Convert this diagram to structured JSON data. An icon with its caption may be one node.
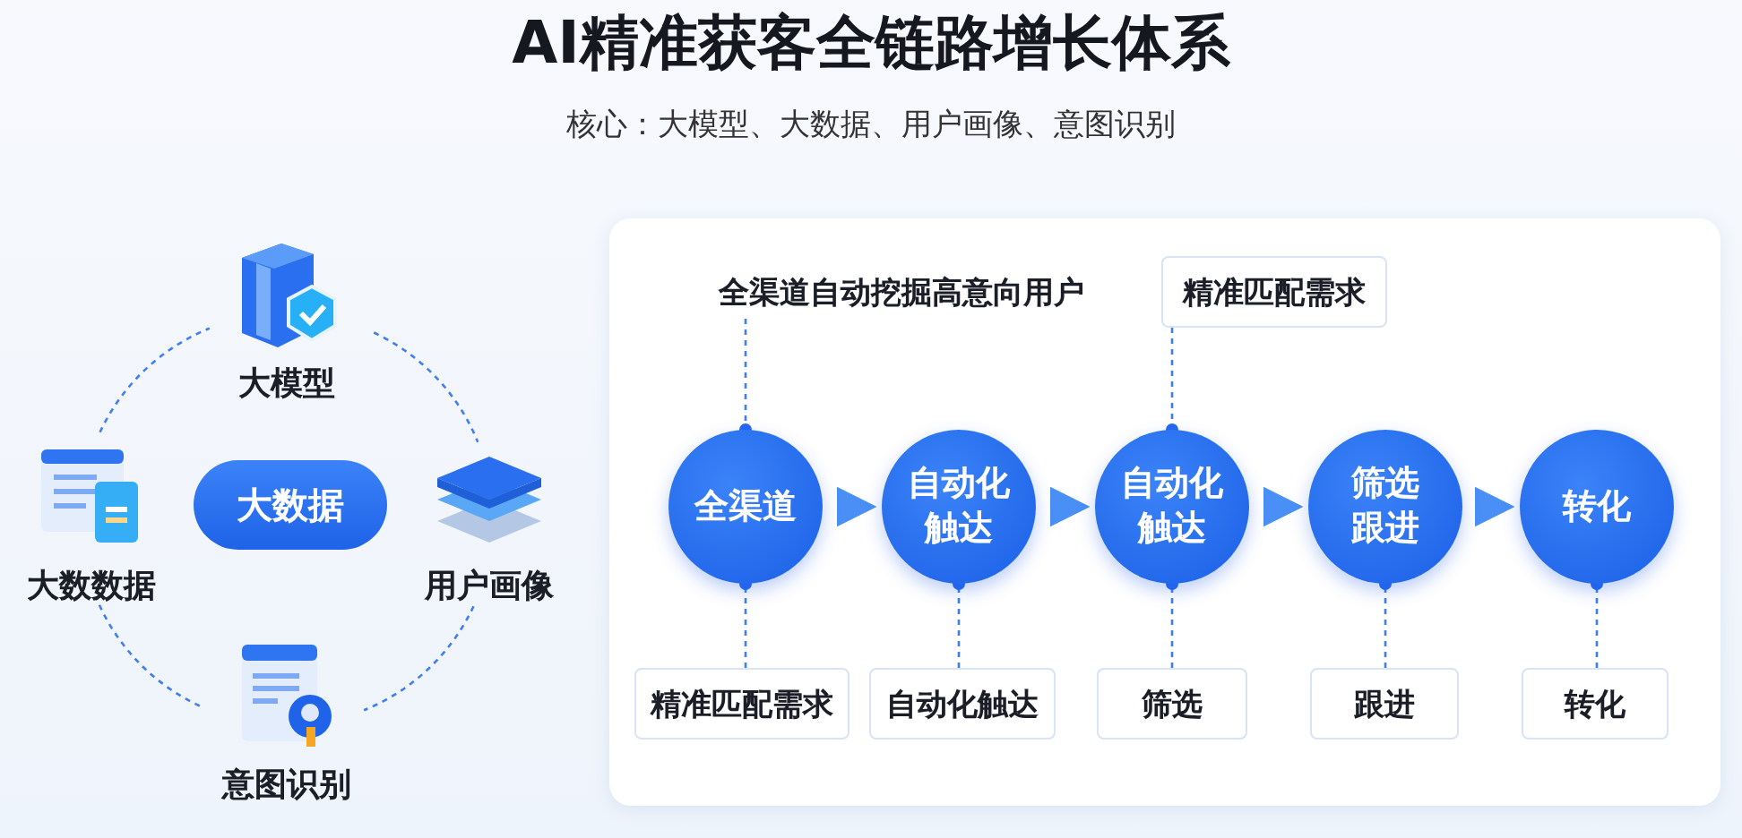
{
  "diagram": {
    "title": "AI精准获客全链路增长体系",
    "caption": "核心：大模型、大数据、用户画像、意图识别",
    "nodes": [
      {
        "text": [
          "大模型"
        ]
      },
      {
        "text": [
          "大数数据"
        ]
      },
      {
        "text": [
          "大数据"
        ]
      },
      {
        "text": [
          "用户画像"
        ]
      },
      {
        "text": [
          "意图识别"
        ]
      },
      {
        "text": [
          "全渠道自动挖掘高意向用户"
        ]
      },
      {
        "text": [
          "精准匹配需求"
        ]
      },
      {
        "text": [
          "全渠道"
        ]
      },
      {
        "text": [
          "自动化触达"
        ]
      },
      {
        "text": [
          "自动化触达"
        ]
      },
      {
        "text": [
          "筛选跟进"
        ]
      },
      {
        "text": [
          "转化"
        ]
      },
      {
        "text": [
          "精准匹配需求"
        ]
      },
      {
        "text": [
          "自动化触达"
        ]
      },
      {
        "text": [
          "筛选"
        ]
      },
      {
        "text": [
          "跟进"
        ]
      },
      {
        "text": [
          "转化"
        ]
      }
    ],
    "edges": [
      {
        "from": 0,
        "to": 3,
        "arrow": "none",
        "style": "dashed"
      },
      {
        "from": 3,
        "to": 4,
        "arrow": "none",
        "style": "dashed"
      },
      {
        "from": 4,
        "to": 1,
        "arrow": "none",
        "style": "dashed"
      },
      {
        "from": 1,
        "to": 0,
        "arrow": "none",
        "style": "dashed"
      },
      {
        "from": 7,
        "to": 8,
        "arrow": "to",
        "style": "thick"
      },
      {
        "from": 8,
        "to": 9,
        "arrow": "to",
        "style": "thick"
      },
      {
        "from": 9,
        "to": 10,
        "arrow": "to",
        "style": "thick"
      },
      {
        "from": 10,
        "to": 11,
        "arrow": "to",
        "style": "thick"
      },
      {
        "from": 5,
        "to": 7,
        "arrow": "other",
        "style": "dashed"
      },
      {
        "from": 6,
        "to": 9,
        "arrow": "other",
        "style": "dashed"
      },
      {
        "from": 12,
        "to": 7,
        "arrow": "other",
        "style": "dashed"
      },
      {
        "from": 13,
        "to": 8,
        "arrow": "other",
        "style": "dashed"
      },
      {
        "from": 14,
        "to": 9,
        "arrow": "other",
        "style": "dashed"
      },
      {
        "from": 15,
        "to": 10,
        "arrow": "other",
        "style": "dashed"
      },
      {
        "from": 16,
        "to": 11,
        "arrow": "other",
        "style": "dashed"
      }
    ]
  }
}
